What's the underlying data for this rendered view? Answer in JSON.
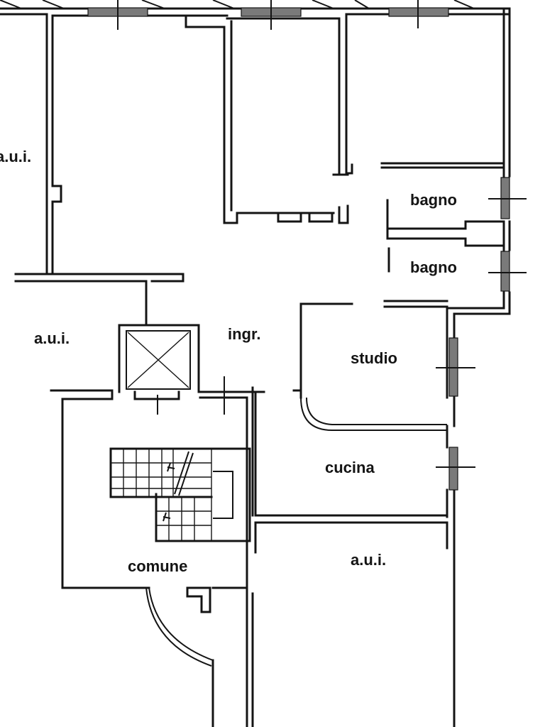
{
  "plan": {
    "line_color": "#141414",
    "background": "#ffffff",
    "rooms": {
      "aui_top_left": "a.u.i.",
      "aui_left": "a.u.i.",
      "ingresso": "ingr.",
      "bagno_1": "bagno",
      "bagno_2": "bagno",
      "studio": "studio",
      "cucina": "cucina",
      "comune": "comune",
      "aui_bottom": "a.u.i."
    }
  }
}
